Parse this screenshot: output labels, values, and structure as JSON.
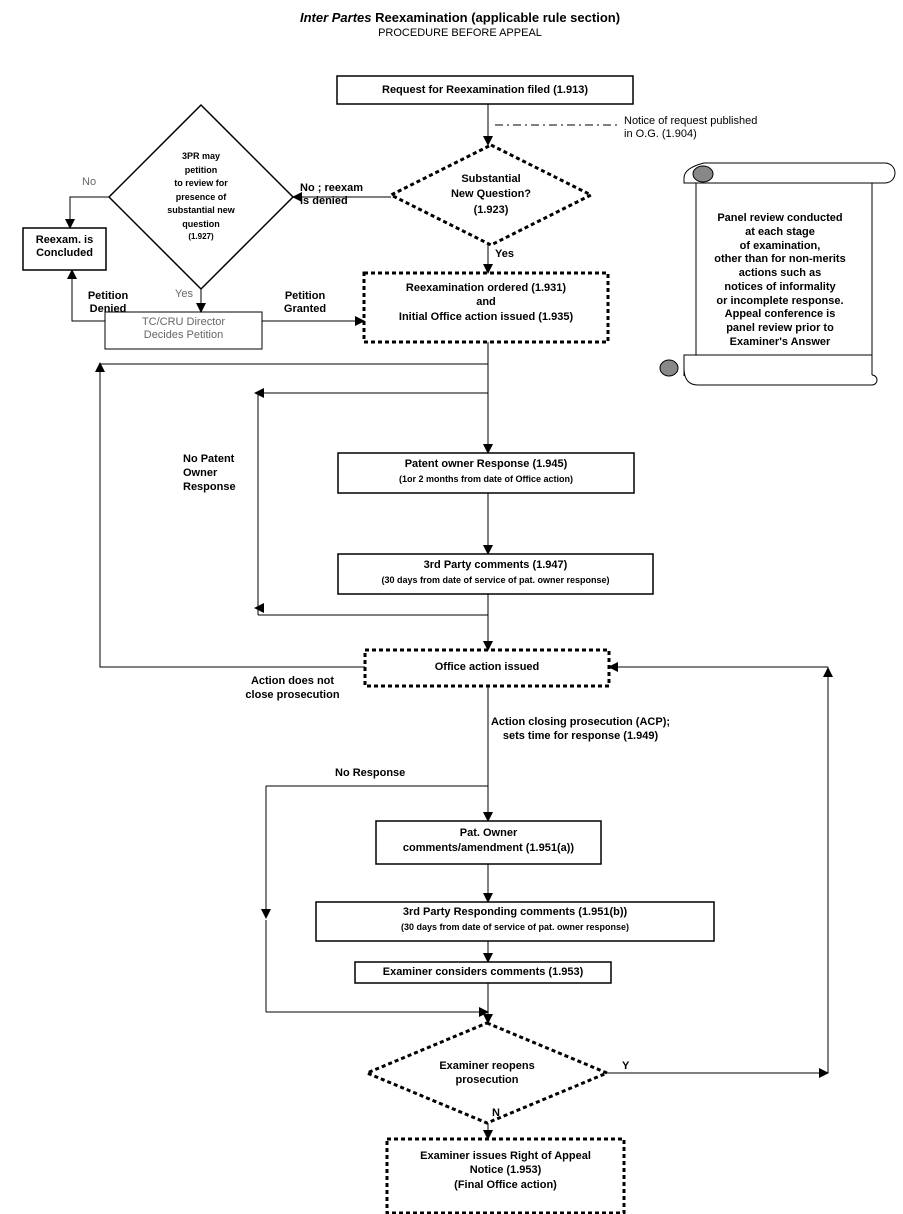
{
  "title": {
    "italic": "Inter Partes",
    "main": " Reexamination (applicable rule section)",
    "subtitle": "PROCEDURE BEFORE APPEAL"
  },
  "nodes": {
    "request": "Request for Reexamination filed (1.913)",
    "notice": "Notice of request published\nin O.G. (1.904)",
    "snq": "Substantial\nNew Question?\n(1.923)",
    "petition_diamond": {
      "l1": "3PR may",
      "l2": "petition",
      "l3": "to review  for",
      "l4": "presence of",
      "l5": "substantial new",
      "l6": "question",
      "l7": "(1.927)"
    },
    "concluded": "Reexam. is\nConcluded",
    "director": "TC/CRU Director\nDecides Petition",
    "ordered": {
      "l1": "Reexamination ordered (1.931)",
      "l2": "and",
      "l3": "Initial Office action issued (1.935)"
    },
    "panel_note": "Panel review conducted\nat each stage\nof examination,\nother than for non-merits\nactions such as\nnotices of informality\nor incomplete response.\nAppeal conference is\npanel review prior to\nExaminer's Answer",
    "po_response": {
      "l1": "Patent owner Response (1.945)",
      "l2": "(1or 2 months from date of Office action)"
    },
    "tp_comments": {
      "l1": "3rd Party  comments (1.947)",
      "l2": "(30 days from date of service of pat. owner response)"
    },
    "office_action": "Office action issued",
    "po_comments": "Pat. Owner\ncomments/amendment (1.951(a))",
    "tp_responding": {
      "l1": "3rd Party  Responding comments  (1.951(b))",
      "l2": "(30 days from date of service of pat. owner response)"
    },
    "examiner_considers": "Examiner considers comments (1.953)",
    "reopens": "Examiner reopens\nprosecution",
    "rap": "Examiner issues Right of Appeal\nNotice (1.953)\n(Final Office action)"
  },
  "labels": {
    "no_left": "No",
    "no_reexam_denied": "No ; reexam\nis denied",
    "yes_snq": "Yes",
    "yes_petition": "Yes",
    "petition_denied": "Petition\nDenied",
    "petition_granted": "Petition\nGranted",
    "no_po_response": "No Patent\nOwner\nResponse",
    "action_not_close": "Action does not\nclose prosecution",
    "acp": "Action closing prosecution (ACP);\nsets time for response (1.949)",
    "no_response": "No Response",
    "y": "Y",
    "n": "N"
  }
}
